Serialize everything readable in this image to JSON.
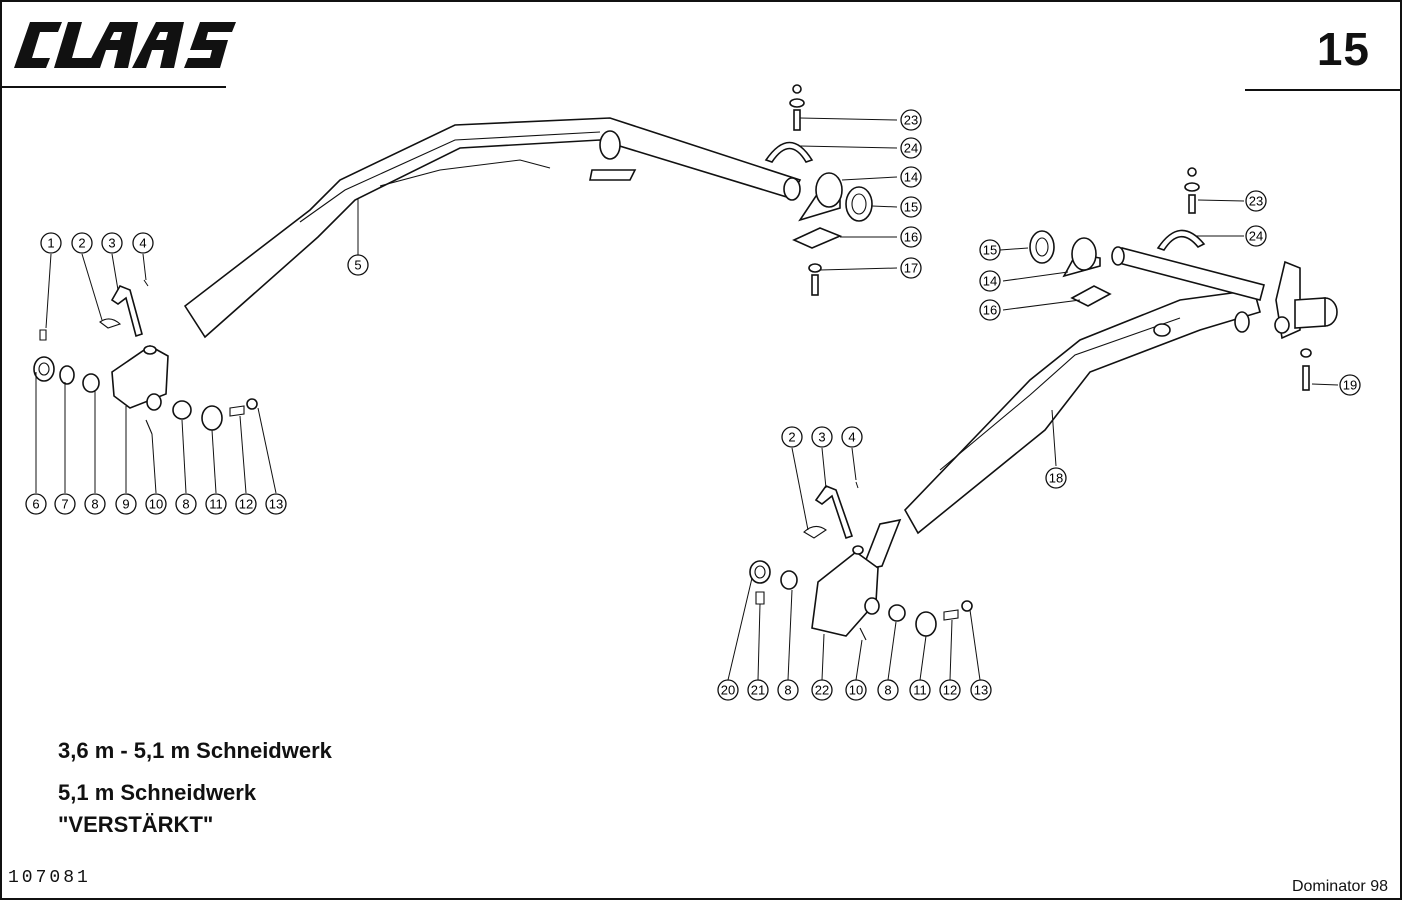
{
  "header": {
    "brand": "CLAAS",
    "page_number": "15"
  },
  "captions": {
    "line1": "3,6 m - 5,1 m Schneidwerk",
    "line2": "5,1 m Schneidwerk",
    "line3": "\"VERSTÄRKT\""
  },
  "footer": {
    "doc_number": "107081",
    "model": "Dominator 98"
  },
  "callouts": {
    "top": [
      "5",
      "14",
      "15",
      "16",
      "17",
      "23",
      "24"
    ],
    "left_small": [
      "1",
      "2",
      "3",
      "4"
    ],
    "left_row": [
      "6",
      "7",
      "8",
      "9",
      "10",
      "8",
      "11",
      "12",
      "13"
    ],
    "right_upper": [
      "15",
      "14",
      "16",
      "23",
      "24",
      "19",
      "18"
    ],
    "right_small": [
      "2",
      "3",
      "4"
    ],
    "right_row": [
      "20",
      "21",
      "8",
      "22",
      "10",
      "8",
      "11",
      "12",
      "13"
    ]
  },
  "colors": {
    "ink": "#111111",
    "paper": "#ffffff"
  }
}
